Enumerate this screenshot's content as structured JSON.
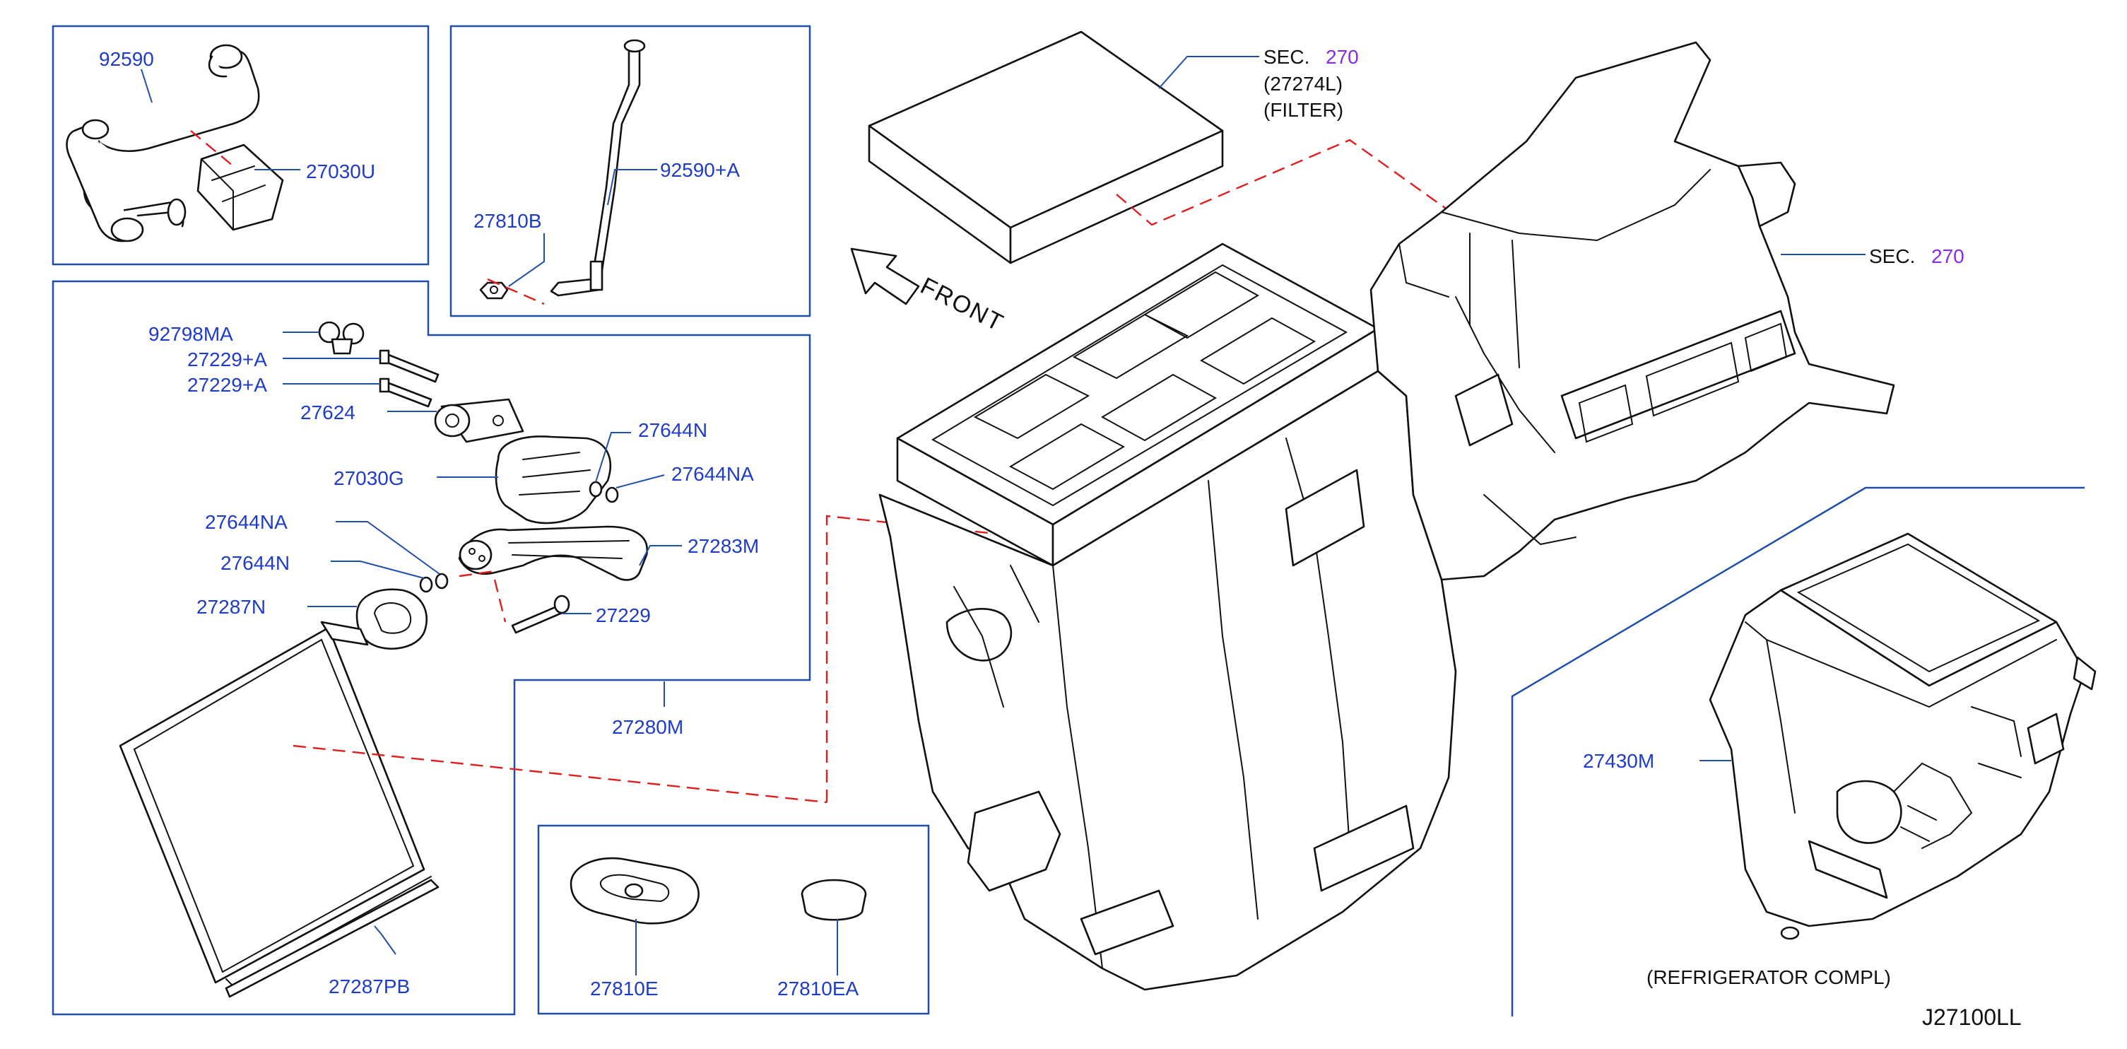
{
  "labels": {
    "p92590": "92590",
    "p27030U": "27030U",
    "p92590A": "92590+A",
    "p27810B": "27810B",
    "p92798MA": "92798MA",
    "p27229A_1": "27229+A",
    "p27229A_2": "27229+A",
    "p27624": "27624",
    "p27644N_top": "27644N",
    "p27030G": "27030G",
    "p27644NA_top": "27644NA",
    "p27644NA_left": "27644NA",
    "p27283M": "27283M",
    "p27644N_left": "27644N",
    "p27287N": "27287N",
    "p27229": "27229",
    "p27280M": "27280M",
    "p27287PB": "27287PB",
    "p27810E": "27810E",
    "p27810EA": "27810EA",
    "p27430M": "27430M",
    "sec_top": "SEC.",
    "sec_top_num": "270",
    "filter_code": "(27274L)",
    "filter_name": "(FILTER)",
    "sec_right": "SEC.",
    "sec_right_num": "270",
    "front": "FRONT",
    "refrigerator": "(REFRIGERATOR   COMPL)",
    "diagram_code": "J27100LL"
  },
  "colors": {
    "label_blue": "#1f3cc8",
    "box_blue": "#1f4fa8",
    "callout_red": "#e01e1e",
    "sec_purple": "#8a2be2"
  }
}
